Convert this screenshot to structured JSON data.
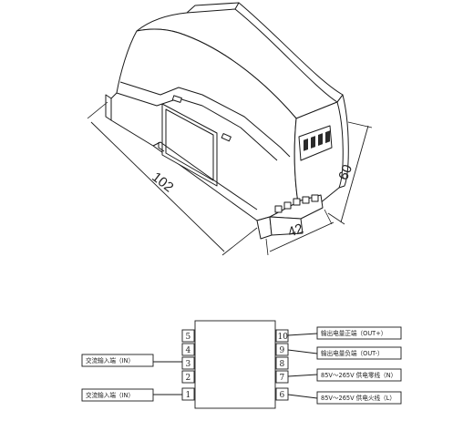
{
  "dimensions": {
    "length": "102",
    "width": "42",
    "height": "60"
  },
  "terminals": {
    "left": [
      "5",
      "4",
      "3",
      "2",
      "1"
    ],
    "right": [
      "10",
      "9",
      "8",
      "7",
      "6"
    ]
  },
  "labels": {
    "left": [
      {
        "terminal": "3",
        "text": "交流输入端（IN）"
      },
      {
        "terminal": "1",
        "text": "交流输入端（IN）"
      }
    ],
    "right": [
      {
        "terminal": "10",
        "text": "输出电量正端（OUT+）"
      },
      {
        "terminal": "9",
        "text": "输出电量负端（OUT-）"
      },
      {
        "terminal": "7",
        "text": "85V～265V 供电零线（N）"
      },
      {
        "terminal": "6",
        "text": "85V～265V 供电火线（L）"
      }
    ]
  }
}
